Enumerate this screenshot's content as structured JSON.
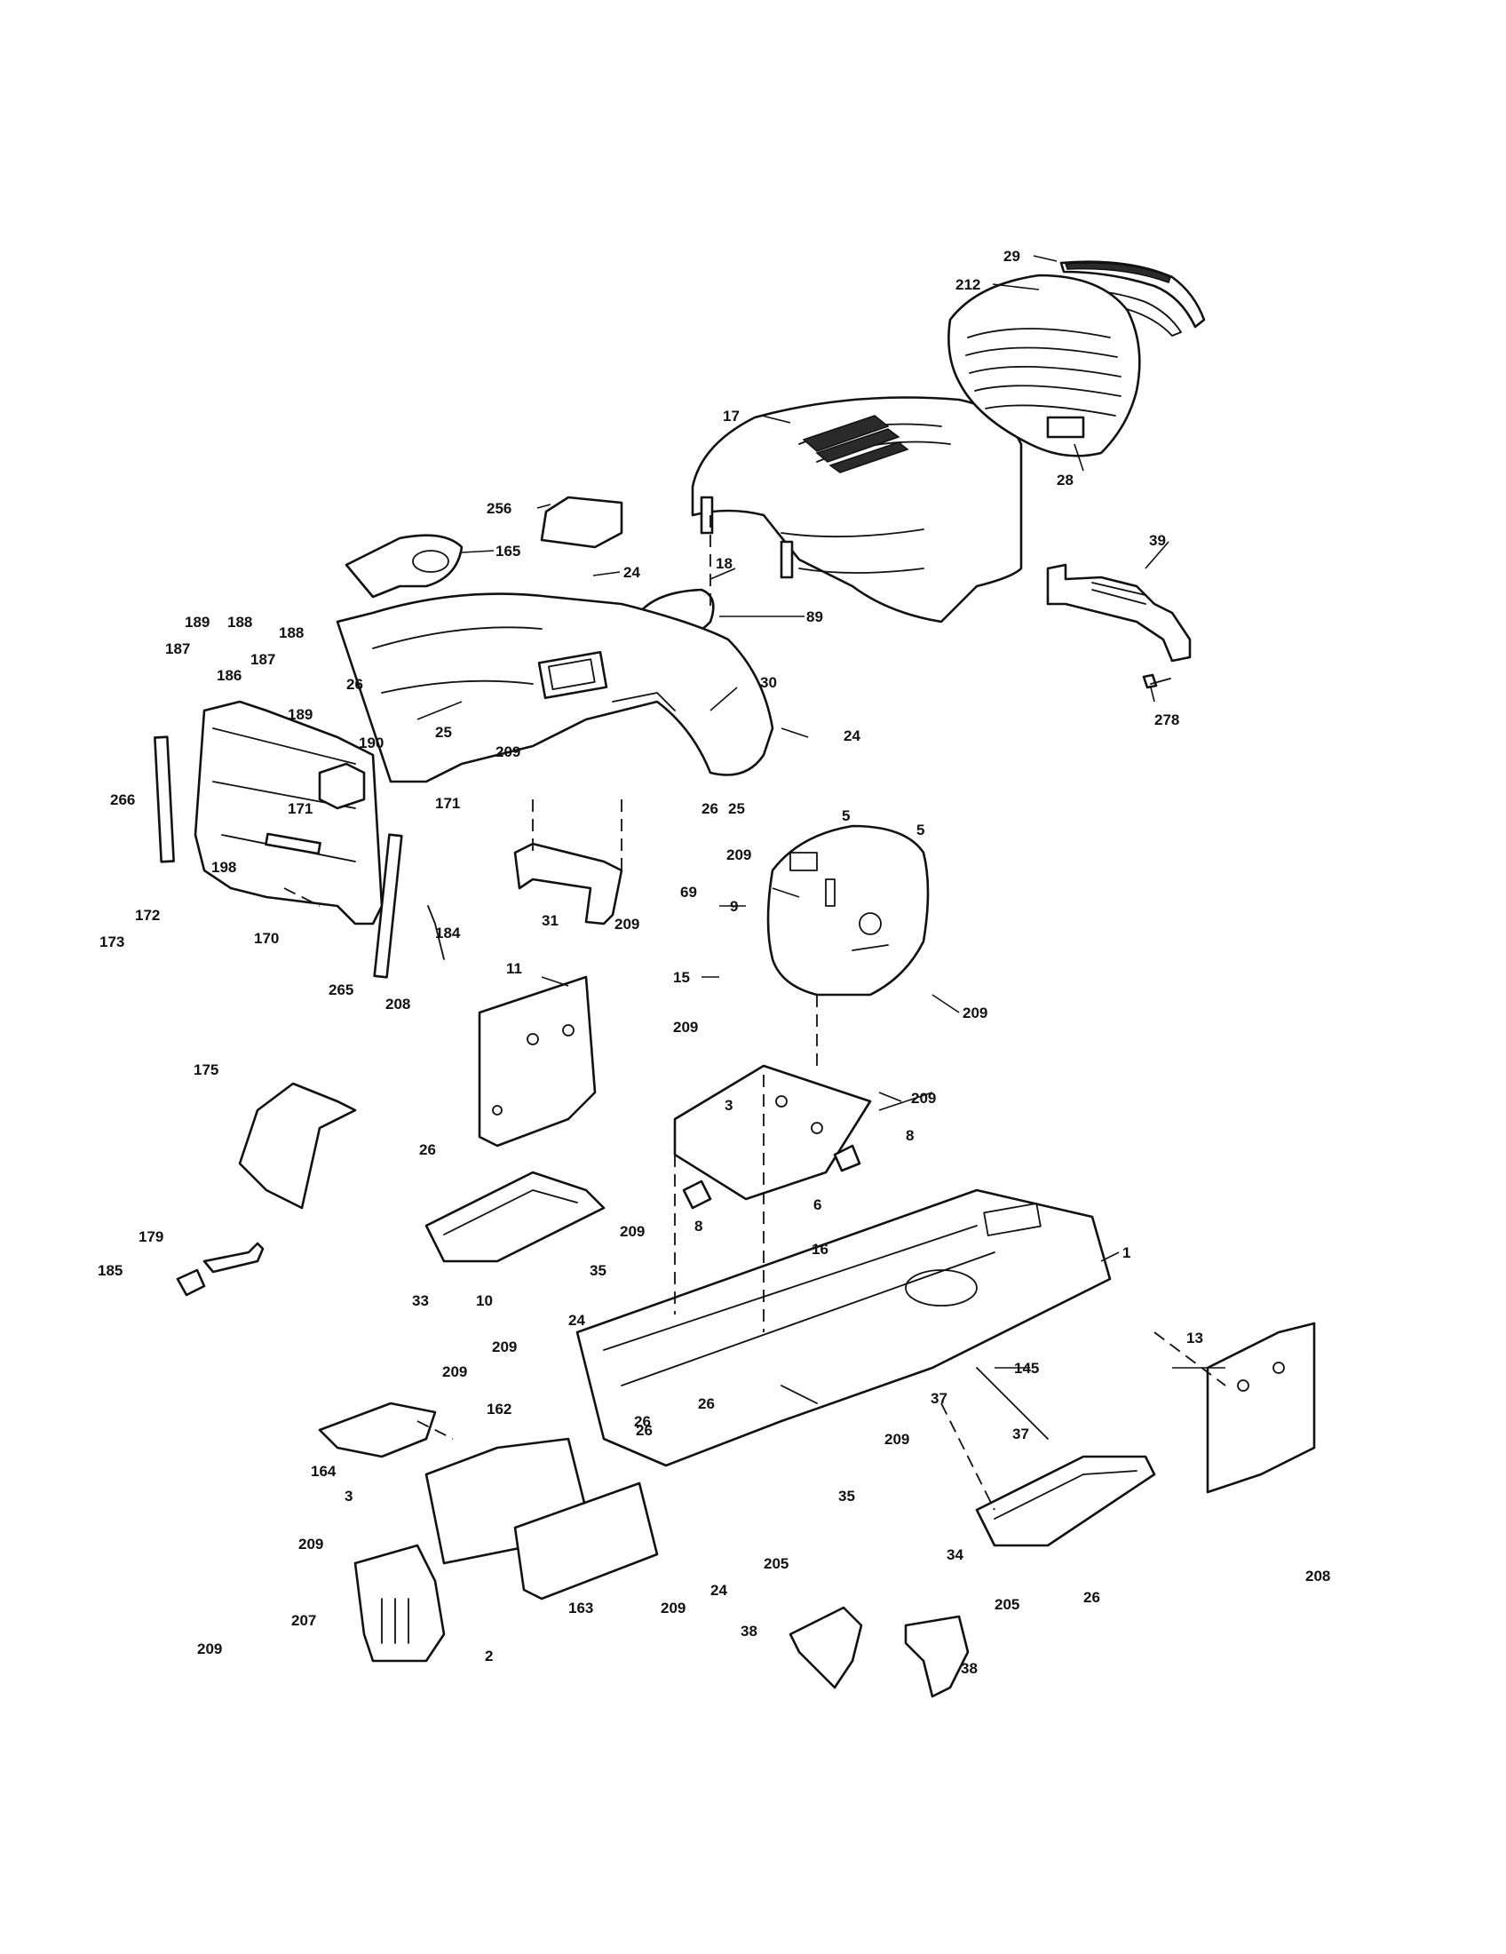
{
  "callouts": [
    {
      "id": "c-29",
      "text": "29"
    },
    {
      "id": "c-212",
      "text": "212"
    },
    {
      "id": "c-17",
      "text": "17"
    },
    {
      "id": "c-28",
      "text": "28"
    },
    {
      "id": "c-256",
      "text": "256"
    },
    {
      "id": "c-165",
      "text": "165"
    },
    {
      "id": "c-24a",
      "text": "24"
    },
    {
      "id": "c-18",
      "text": "18"
    },
    {
      "id": "c-89",
      "text": "89"
    },
    {
      "id": "c-39",
      "text": "39"
    },
    {
      "id": "c-278",
      "text": "278"
    },
    {
      "id": "c-189a",
      "text": "189"
    },
    {
      "id": "c-188a",
      "text": "188"
    },
    {
      "id": "c-187a",
      "text": "187"
    },
    {
      "id": "c-187b",
      "text": "187"
    },
    {
      "id": "c-188b",
      "text": "188"
    },
    {
      "id": "c-186",
      "text": "186"
    },
    {
      "id": "c-189b",
      "text": "189"
    },
    {
      "id": "c-26a",
      "text": "26"
    },
    {
      "id": "c-25a",
      "text": "25"
    },
    {
      "id": "c-30",
      "text": "30"
    },
    {
      "id": "c-24b",
      "text": "24"
    },
    {
      "id": "c-190",
      "text": "190"
    },
    {
      "id": "c-266",
      "text": "266"
    },
    {
      "id": "c-171a",
      "text": "171"
    },
    {
      "id": "c-171b",
      "text": "171"
    },
    {
      "id": "c-209a",
      "text": "209"
    },
    {
      "id": "c-26b",
      "text": "26"
    },
    {
      "id": "c-25b",
      "text": "25"
    },
    {
      "id": "c-69",
      "text": "69"
    },
    {
      "id": "c-5a",
      "text": "5"
    },
    {
      "id": "c-5b",
      "text": "5"
    },
    {
      "id": "c-209b",
      "text": "209"
    },
    {
      "id": "c-198",
      "text": "198"
    },
    {
      "id": "c-172",
      "text": "172"
    },
    {
      "id": "c-173",
      "text": "173"
    },
    {
      "id": "c-170",
      "text": "170"
    },
    {
      "id": "c-265",
      "text": "265"
    },
    {
      "id": "c-184",
      "text": "184"
    },
    {
      "id": "c-31",
      "text": "31"
    },
    {
      "id": "c-209c",
      "text": "209"
    },
    {
      "id": "c-9",
      "text": "9"
    },
    {
      "id": "c-11",
      "text": "11"
    },
    {
      "id": "c-15",
      "text": "15"
    },
    {
      "id": "c-209d",
      "text": "209"
    },
    {
      "id": "c-208a",
      "text": "208"
    },
    {
      "id": "c-209e",
      "text": "209"
    },
    {
      "id": "c-175",
      "text": "175"
    },
    {
      "id": "c-3a",
      "text": "3"
    },
    {
      "id": "c-209f",
      "text": "209"
    },
    {
      "id": "c-8a",
      "text": "8"
    },
    {
      "id": "c-26c",
      "text": "26"
    },
    {
      "id": "c-6",
      "text": "6"
    },
    {
      "id": "c-8b",
      "text": "8"
    },
    {
      "id": "c-209g",
      "text": "209"
    },
    {
      "id": "c-179",
      "text": "179"
    },
    {
      "id": "c-16",
      "text": "16"
    },
    {
      "id": "c-1",
      "text": "1"
    },
    {
      "id": "c-185",
      "text": "185"
    },
    {
      "id": "c-35a",
      "text": "35"
    },
    {
      "id": "c-33",
      "text": "33"
    },
    {
      "id": "c-10",
      "text": "10"
    },
    {
      "id": "c-24c",
      "text": "24"
    },
    {
      "id": "c-13",
      "text": "13"
    },
    {
      "id": "c-209h",
      "text": "209"
    },
    {
      "id": "c-145",
      "text": "145"
    },
    {
      "id": "c-209i",
      "text": "209"
    },
    {
      "id": "c-37a",
      "text": "37"
    },
    {
      "id": "c-162",
      "text": "162"
    },
    {
      "id": "c-26d",
      "text": "26"
    },
    {
      "id": "c-26e",
      "text": "26"
    },
    {
      "id": "c-209j",
      "text": "209"
    },
    {
      "id": "c-37b",
      "text": "37"
    },
    {
      "id": "c-26f",
      "text": "26"
    },
    {
      "id": "c-164",
      "text": "164"
    },
    {
      "id": "c-3b",
      "text": "3"
    },
    {
      "id": "c-35b",
      "text": "35"
    },
    {
      "id": "c-34",
      "text": "34"
    },
    {
      "id": "c-208b",
      "text": "208"
    },
    {
      "id": "c-209k",
      "text": "209"
    },
    {
      "id": "c-205a",
      "text": "205"
    },
    {
      "id": "c-207",
      "text": "207"
    },
    {
      "id": "c-163",
      "text": "163"
    },
    {
      "id": "c-209l",
      "text": "209"
    },
    {
      "id": "c-24d",
      "text": "24"
    },
    {
      "id": "c-205b",
      "text": "205"
    },
    {
      "id": "c-26g",
      "text": "26"
    },
    {
      "id": "c-38a",
      "text": "38"
    },
    {
      "id": "c-38b",
      "text": "38"
    },
    {
      "id": "c-209m",
      "text": "209"
    },
    {
      "id": "c-2",
      "text": "2"
    }
  ]
}
